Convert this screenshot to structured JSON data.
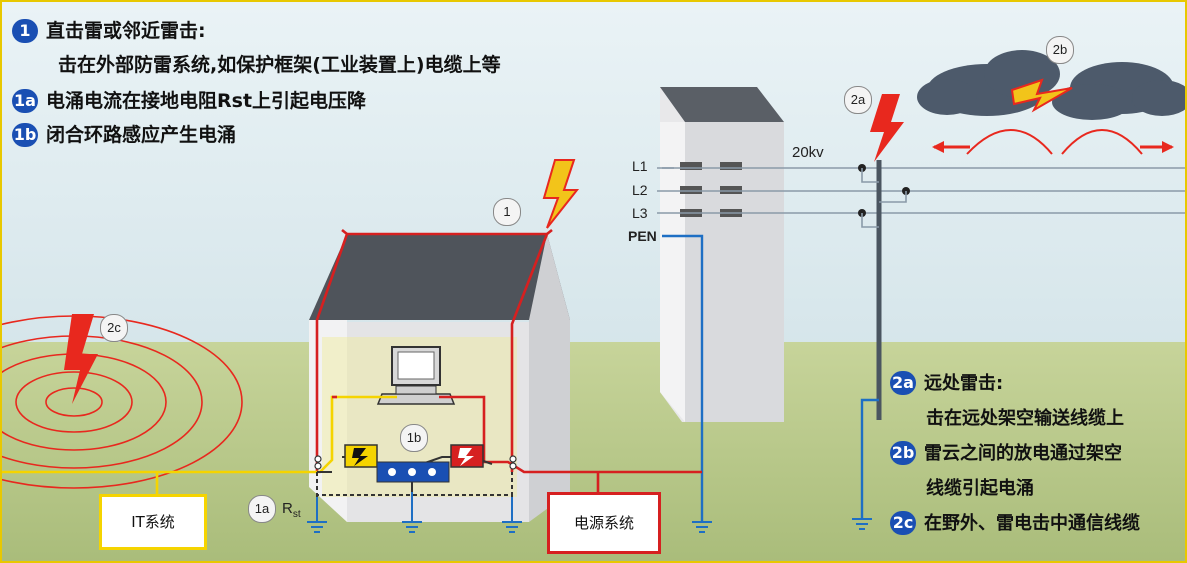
{
  "legend_top": {
    "line1_badge": "1",
    "line1": "直击雷或邻近雷击:",
    "line2": "击在外部防雷系统,如保护框架(工业装置上)电缆上等",
    "line3_badge": "1a",
    "line3": "电涌电流在接地电阻Rst上引起电压降",
    "line4_badge": "1b",
    "line4": "闭合环路感应产生电涌"
  },
  "legend_right": {
    "a_badge": "2a",
    "a1": "远处雷击:",
    "a2": "击在远处架空输送线缆上",
    "b_badge": "2b",
    "b1": "雷云之间的放电通过架空",
    "b2": "线缆引起电涌",
    "c_badge": "2c",
    "c1": "在野外、雷电击中通信线缆"
  },
  "labels": {
    "l1": "L1",
    "l2": "L2",
    "l3": "L3",
    "pen": "PEN",
    "kv": "20kv",
    "rst": "R",
    "rst_sub": "st",
    "it_system": "IT系统",
    "power_system": "电源系统"
  },
  "markers": {
    "m1": "1",
    "m1a": "1a",
    "m1b": "1b",
    "m2a": "2a",
    "m2b": "2b",
    "m2c": "2c"
  },
  "colors": {
    "sky": "#d7e6ec",
    "ground": "#b7c78a",
    "lightning": "#e8281e",
    "badge": "#1a4fb3",
    "wire_red": "#d62020",
    "wire_blue": "#1e6fc4",
    "wire_yellow": "#f5d400"
  }
}
